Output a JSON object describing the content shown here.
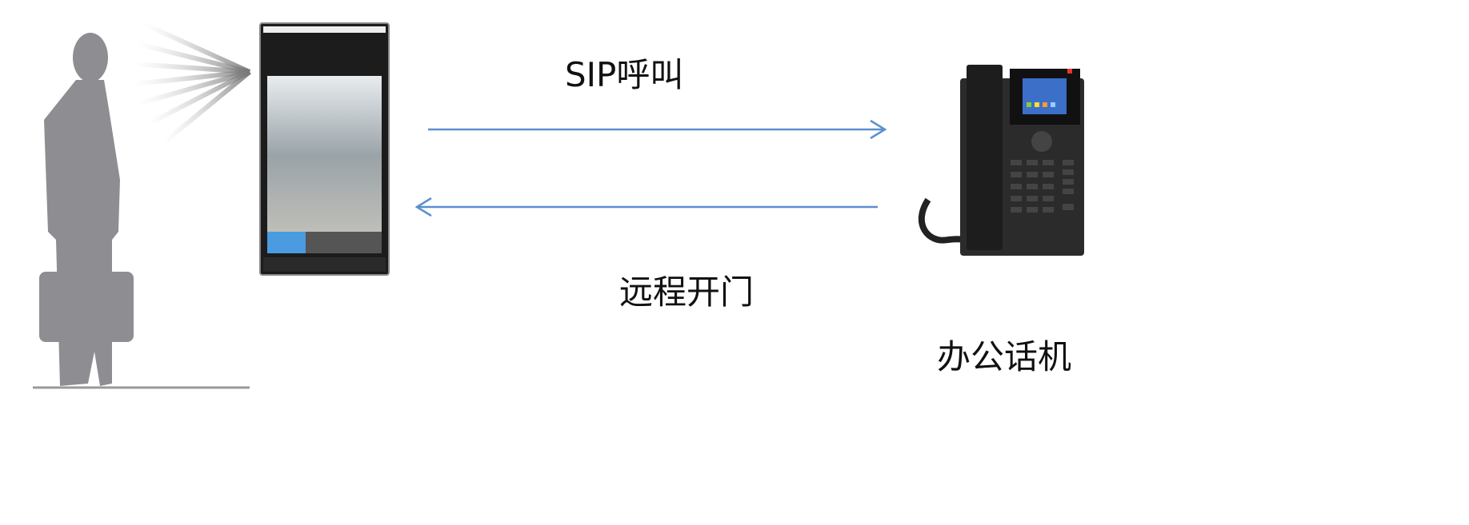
{
  "labels": {
    "sip_call": "SIP呼叫",
    "remote_unlock": "远程开门",
    "office_phone": "办公话机"
  },
  "colors": {
    "arrow": "#5b8fd0",
    "silhouette": "#8e8e92",
    "device_frame": "#1c1c1c",
    "screen_button": "#4a9be0"
  }
}
